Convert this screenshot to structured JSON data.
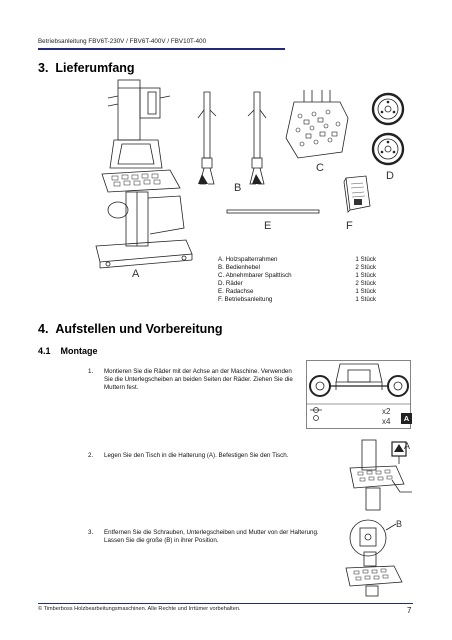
{
  "header": {
    "title": "Betriebsanleitung FBV6T-230V / FBV6T-400V / FBV10T-400"
  },
  "section3": {
    "number": "3.",
    "title": "Lieferumfang"
  },
  "figure_labels": {
    "a": "A",
    "b": "B",
    "c": "C",
    "d": "D",
    "e": "E",
    "f": "F"
  },
  "parts": [
    {
      "name": "A. Holzspalterrahmen",
      "qty": "1 Stück"
    },
    {
      "name": "B. Bedienhebel",
      "qty": "2 Stück"
    },
    {
      "name": "C. Abnehmbarer Spalttisch",
      "qty": "1 Stück"
    },
    {
      "name": "D. Räder",
      "qty": "2 Stück"
    },
    {
      "name": "E. Radachse",
      "qty": "1 Stück"
    },
    {
      "name": "F. Betriebsanleitung",
      "qty": "1 Stück"
    }
  ],
  "section4": {
    "number": "4.",
    "title": "Aufstellen und Vorbereitung"
  },
  "subsection41": {
    "number": "4.1",
    "title": "Montage"
  },
  "steps": [
    {
      "number": "1.",
      "text": "Montieren Sie die Räder mit der Achse an der Maschine. Verwenden Sie die Unterlegscheiben an beiden Seiten der Räder. Ziehen Sie die Muttern fest."
    },
    {
      "number": "2.",
      "text": "Legen Sie den Tisch in die Halterung (A). Befestigen Sie den Tisch."
    },
    {
      "number": "3.",
      "text": "Entfernen Sie die Schrauben, Unterlegscheiben und Mutter von der Halterung. Lassen Sie die große (B) in ihrer Position."
    }
  ],
  "step1_figure": {
    "count_a": "x2",
    "count_b": "x4",
    "badge": "A"
  },
  "step2_figure": {
    "label": "A"
  },
  "step3_figure": {
    "label": "B"
  },
  "footer": {
    "text": "© Timberboss Holzbearbeitungsmaschinen. Alle Rechte und Irrtümer vorbehalten.",
    "page": "7"
  }
}
